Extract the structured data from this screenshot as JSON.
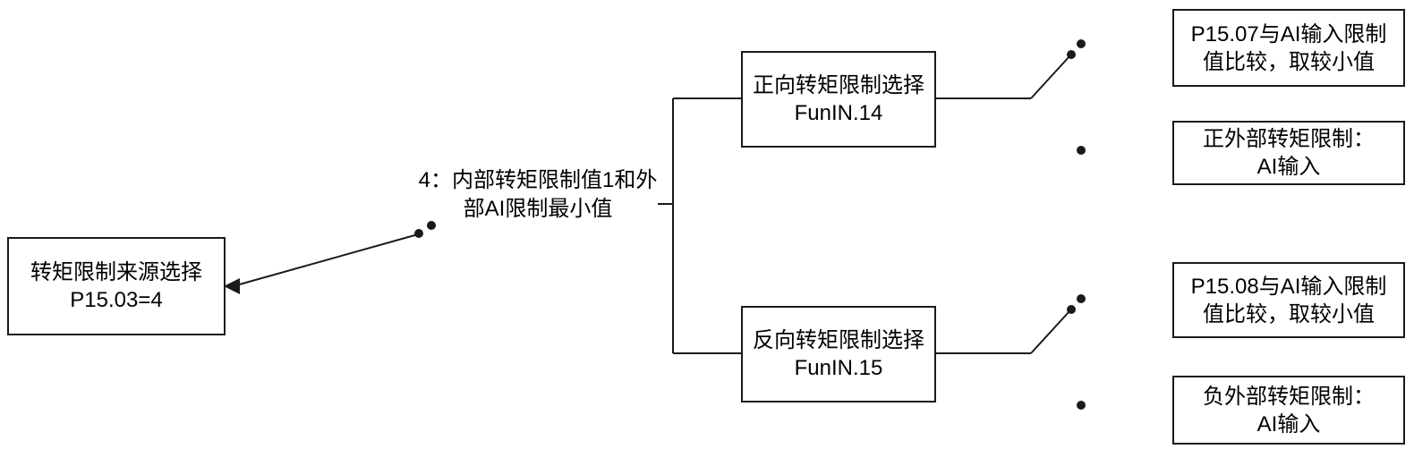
{
  "diagram": {
    "colors": {
      "line": "#1a1a1a",
      "box_border": "#1a1a1a",
      "text": "#000000",
      "background": "#ffffff"
    },
    "source_box": {
      "line1": "转矩限制来源选择",
      "line2": "P15.03=4"
    },
    "option4": {
      "line1": "4：内部转矩限制值1和外",
      "line2": "部AI限制最小值"
    },
    "forward_box": {
      "line1": "正向转矩限制选择",
      "line2": "FunIN.14"
    },
    "reverse_box": {
      "line1": "反向转矩限制选择",
      "line2": "FunIN.15"
    },
    "p1507_box": {
      "line1": "P15.07与AI输入限制",
      "line2": "值比较，取较小值"
    },
    "positive_external_box": {
      "line1": "正外部转矩限制：",
      "line2": "AI输入"
    },
    "p1508_box": {
      "line1": "P15.08与AI输入限制",
      "line2": "值比较，取较小值"
    },
    "negative_external_box": {
      "line1": "负外部转矩限制：",
      "line2": "AI输入"
    }
  }
}
